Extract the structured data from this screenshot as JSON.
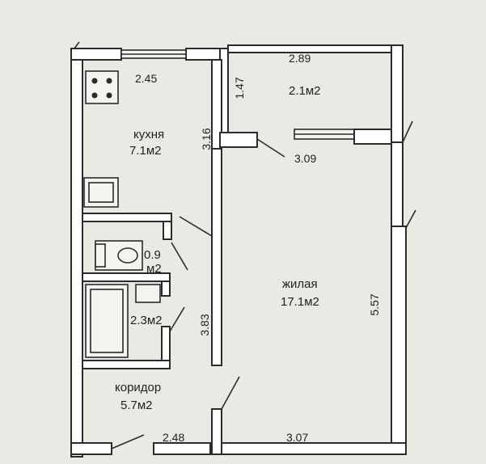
{
  "rooms": {
    "kitchen": {
      "name": "кухня",
      "area": "7.1м2"
    },
    "balcony": {
      "area": "2.1м2"
    },
    "wc": {
      "area_line1": "0.9",
      "area_line2": "м2"
    },
    "bath": {
      "area": "2.3м2"
    },
    "living": {
      "name": "жилая",
      "area": "17.1м2"
    },
    "corridor": {
      "name": "коридор",
      "area": "5.7м2"
    }
  },
  "dimensions": {
    "kitchen_width": "2.45",
    "kitchen_length": "3.16",
    "balcony_width": "2.89",
    "balcony_depth": "1.47",
    "balcony_door": "3.09",
    "bath_wall": "3.83",
    "living_length": "5.57",
    "corridor_bottom": "2.48",
    "living_bottom": "3.07"
  },
  "colors": {
    "paper": "#ebe9e4",
    "ink": "#2b2b2b",
    "wall_fill": "#ffffff"
  }
}
